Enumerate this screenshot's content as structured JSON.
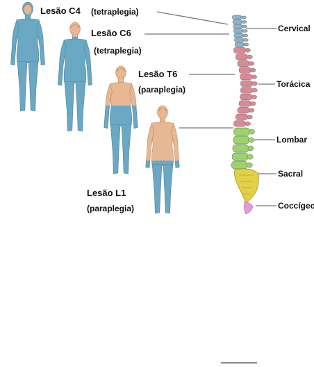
{
  "lesions": [
    {
      "level": "Lesão C4",
      "type": "(tetraplegia)"
    },
    {
      "level": "Lesão C6",
      "type": "(tetraplegia)"
    },
    {
      "level": "Lesão T6",
      "type": "(paraplegia)"
    },
    {
      "level": "Lesão L1",
      "type": "(paraplegia)"
    }
  ],
  "spine_regions": [
    {
      "label": "Cervical",
      "color": "#8fb2c9"
    },
    {
      "label": "Torácica",
      "color": "#d98a95"
    },
    {
      "label": "Lombar",
      "color": "#9ad36a"
    },
    {
      "label": "Sacral",
      "color": "#e2d048"
    },
    {
      "label": "Coccígeo",
      "color": "#e59ad6"
    }
  ],
  "colors": {
    "paralysis_blue": "#6aa8c4",
    "skin": "#e8b894",
    "line": "#777777"
  }
}
